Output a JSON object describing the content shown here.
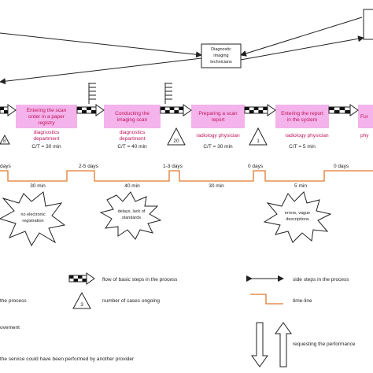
{
  "colors": {
    "process_box": "#f4b3ea",
    "process_text": "#c0145a",
    "timeline": "#e07a2e",
    "line": "#222222"
  },
  "top_box": {
    "label_lines": [
      "Diagnostic",
      "imaging",
      "technicians"
    ]
  },
  "process_steps": [
    {
      "title_lines": [
        "Entering the scan",
        "order in a paper",
        "registry"
      ],
      "role_lines": [
        "diagnostics",
        "department"
      ],
      "ct": "C/T = 30 min",
      "ongoing": "8"
    },
    {
      "title_lines": [
        "Conducting the",
        "imaging scan"
      ],
      "role_lines": [
        "diagnostics",
        "department"
      ],
      "ct": "C/T = 40 min",
      "ongoing": ""
    },
    {
      "title_lines": [
        "Preparing a scan",
        "report"
      ],
      "role_lines": [
        "radiology physician"
      ],
      "ct": "C/T = 30 min",
      "ongoing": "20"
    },
    {
      "title_lines": [
        "Entering the report",
        "in the system"
      ],
      "role_lines": [
        "radiology physician"
      ],
      "ct": "C/T = 5 min",
      "ongoing": "1"
    },
    {
      "title_lines": [
        "Fur"
      ],
      "role_lines": [
        "phy"
      ],
      "ct": "",
      "ongoing": ""
    }
  ],
  "timeline": {
    "wait_labels": [
      "days",
      "2-5 days",
      "1-3 days",
      "0 days",
      "0 days"
    ],
    "process_labels": [
      "30 min",
      "40 min",
      "30 min",
      "5 min"
    ]
  },
  "bursts": [
    {
      "lines": [
        "no electronic",
        "registration"
      ]
    },
    {
      "lines": [
        "delays, lack of",
        "standards"
      ]
    },
    {
      "lines": [
        "errors, vague",
        "descriptions"
      ]
    }
  ],
  "legend": {
    "flow_label": "flow of basic steps in the process",
    "side_label": "side steps in the process",
    "the_process": "the process",
    "cases_number": "3",
    "cases_label": "number of cases ongoing",
    "timeline_label": "time-line",
    "movement_label": "ovement",
    "requesting_label": "requesting the performance",
    "provider_label": "the service could have been performed by another provider"
  }
}
